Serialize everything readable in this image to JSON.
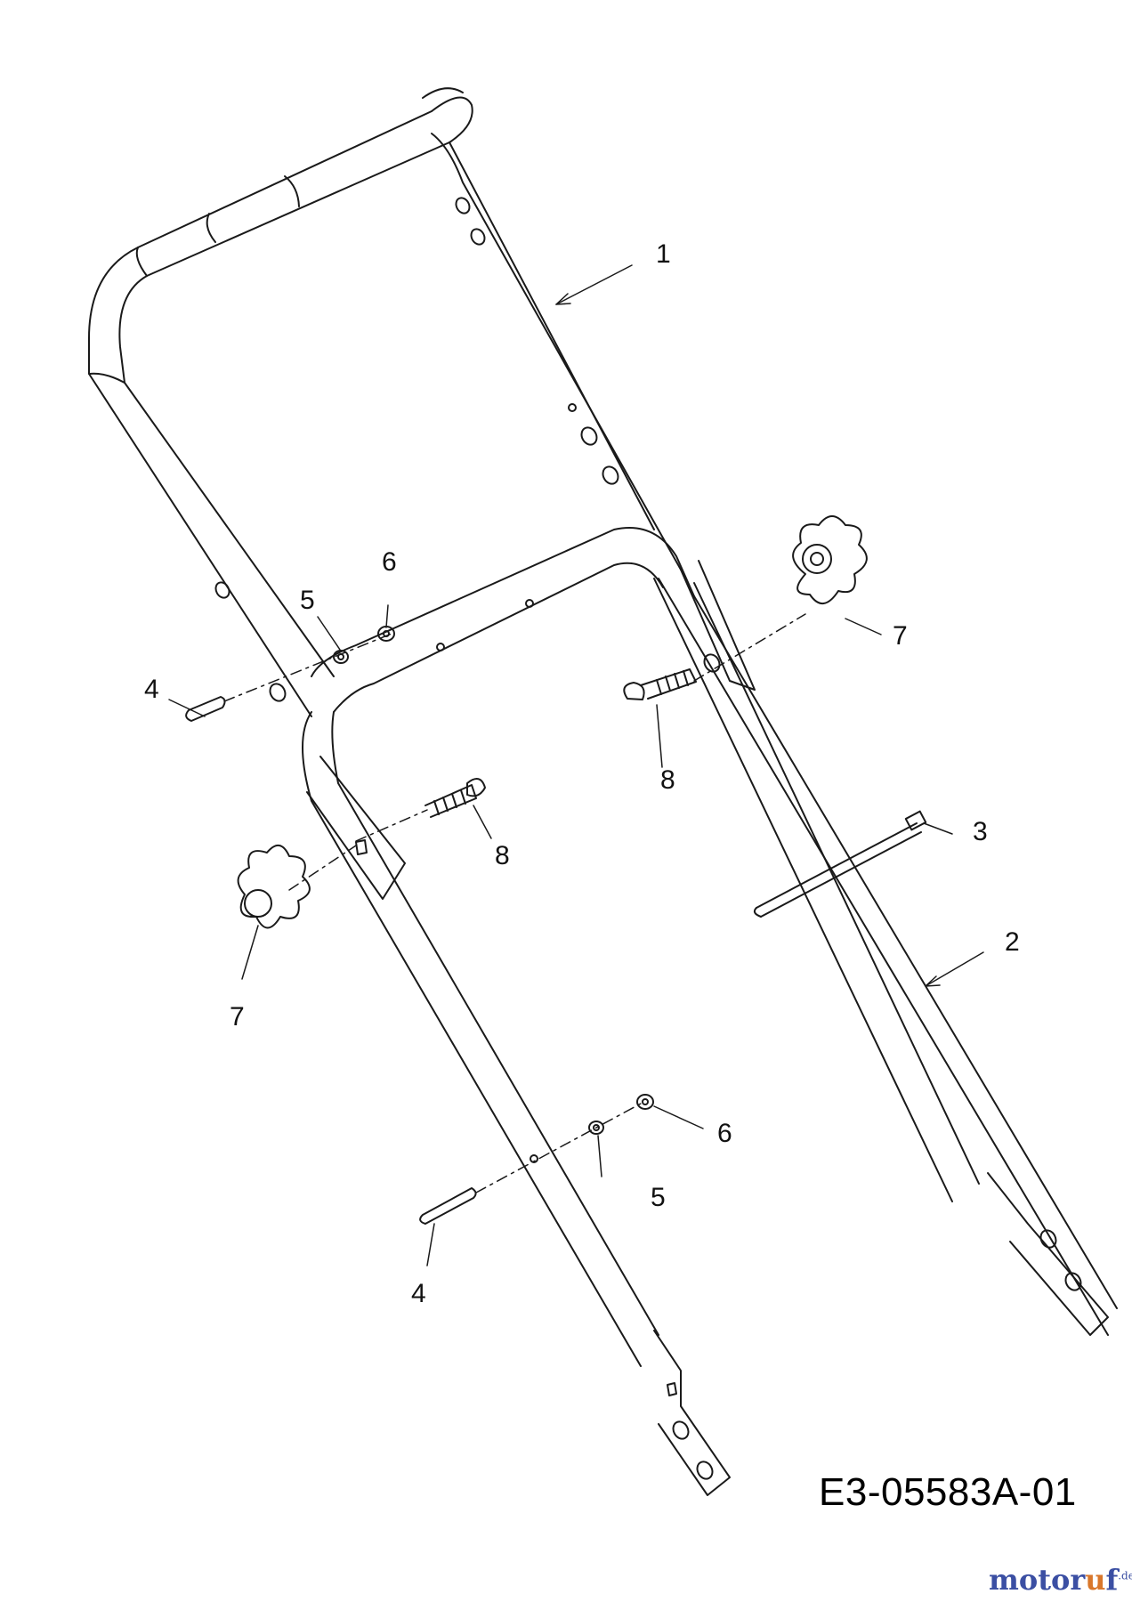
{
  "diagram": {
    "part_code": "E3-05583A-01",
    "watermark": {
      "prefix": "motor",
      "highlight": "u",
      "suffix": "f",
      "tld": ".de"
    },
    "callouts": {
      "c1": "1",
      "c2": "2",
      "c3": "3",
      "c4_upper": "4",
      "c4_lower": "4",
      "c5_upper": "5",
      "c5_lower": "5",
      "c6_upper": "6",
      "c6_lower": "6",
      "c7_right": "7",
      "c7_left": "7",
      "c8_upper": "8",
      "c8_lower": "8"
    },
    "colors": {
      "line": "#1a1a1a",
      "watermark_blue": "#3b4fa3",
      "watermark_orange": "#d9772b"
    }
  }
}
